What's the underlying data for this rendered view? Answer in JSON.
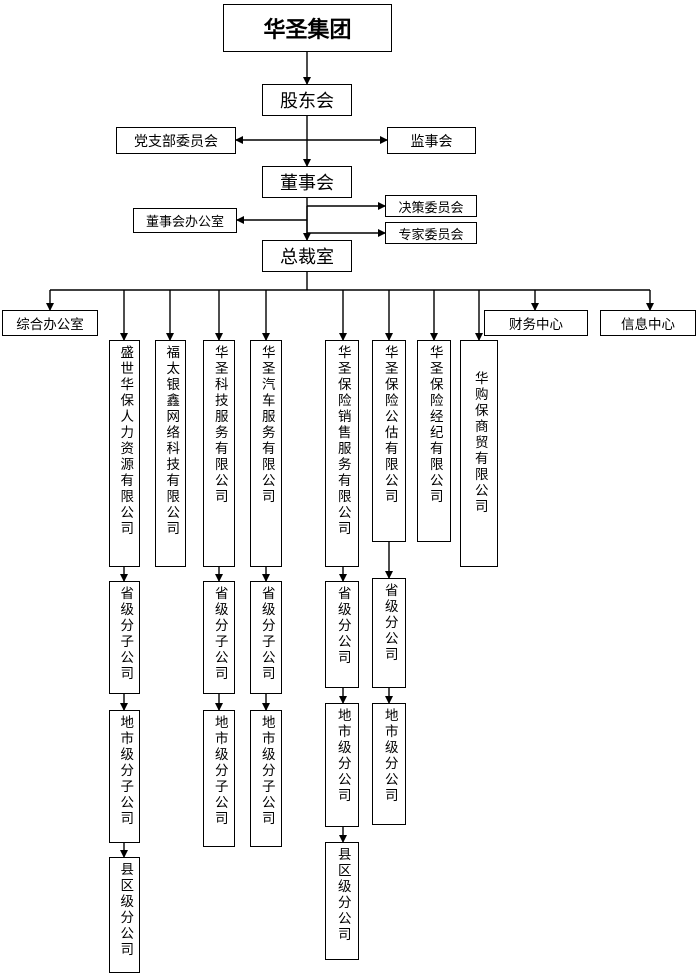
{
  "top": "华圣集团",
  "shareholders": "股东会",
  "party_committee": "党支部委员会",
  "supervisors": "监事会",
  "board": "董事会",
  "board_office": "董事会办公室",
  "decision_committee": "决策委员会",
  "expert_committee": "专家委员会",
  "president_office": "总裁室",
  "general_office": "综合办公室",
  "finance_center": "财务中心",
  "info_center": "信息中心",
  "companies": [
    "盛世华保人力资源有限公司",
    "福太银鑫网络科技有限公司",
    "华圣科技服务有限公司",
    "华圣汽车服务有限公司",
    "华圣保险销售服务有限公司",
    "华圣保险公估有限公司",
    "华圣保险经纪有限公司",
    "华购保商贸有限公司"
  ],
  "provincial_subsidiary": "省级分子公司",
  "provincial_branch": "省级分公司",
  "city_subsidiary": "地市级分子公司",
  "city_branch": "地市级分公司",
  "county_branch": "县区级分公司"
}
